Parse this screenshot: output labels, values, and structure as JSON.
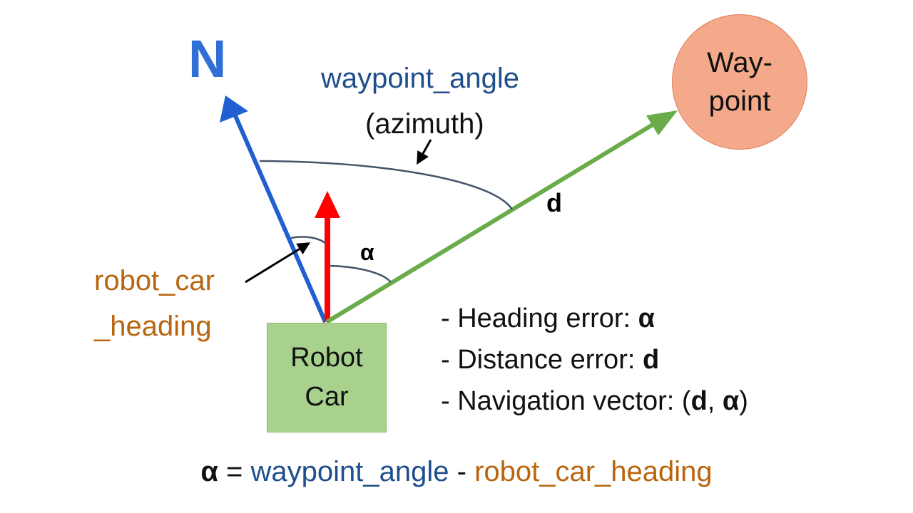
{
  "labels": {
    "north": "N",
    "waypoint_angle": "waypoint_angle",
    "azimuth": "(azimuth)",
    "distance": "d",
    "alpha": "α",
    "heading_line1": "robot_car",
    "heading_line2": "_heading",
    "robot_line1": "Robot",
    "robot_line2": "Car",
    "waypoint_line1": "Way-",
    "waypoint_line2": "point"
  },
  "errors": [
    {
      "prefix": "- Heading error: ",
      "value": "α"
    },
    {
      "prefix": "- Distance error: ",
      "value": "d"
    },
    {
      "prefix": "- Navigation vector: (",
      "value": "d",
      "sep": ", ",
      "value2": "α",
      "suffix": ")"
    }
  ],
  "formula": {
    "lhs": "α",
    "eq": " = ",
    "term1": "waypoint_angle",
    "minus": " - ",
    "term2": "robot_car_heading"
  },
  "colors": {
    "north_arrow": "#1F5FD0",
    "heading_arrow": "#FF0000",
    "distance_arrow": "#6AAB4A",
    "waypoint_text": "#1F4E8C",
    "heading_text": "#B8650E"
  }
}
